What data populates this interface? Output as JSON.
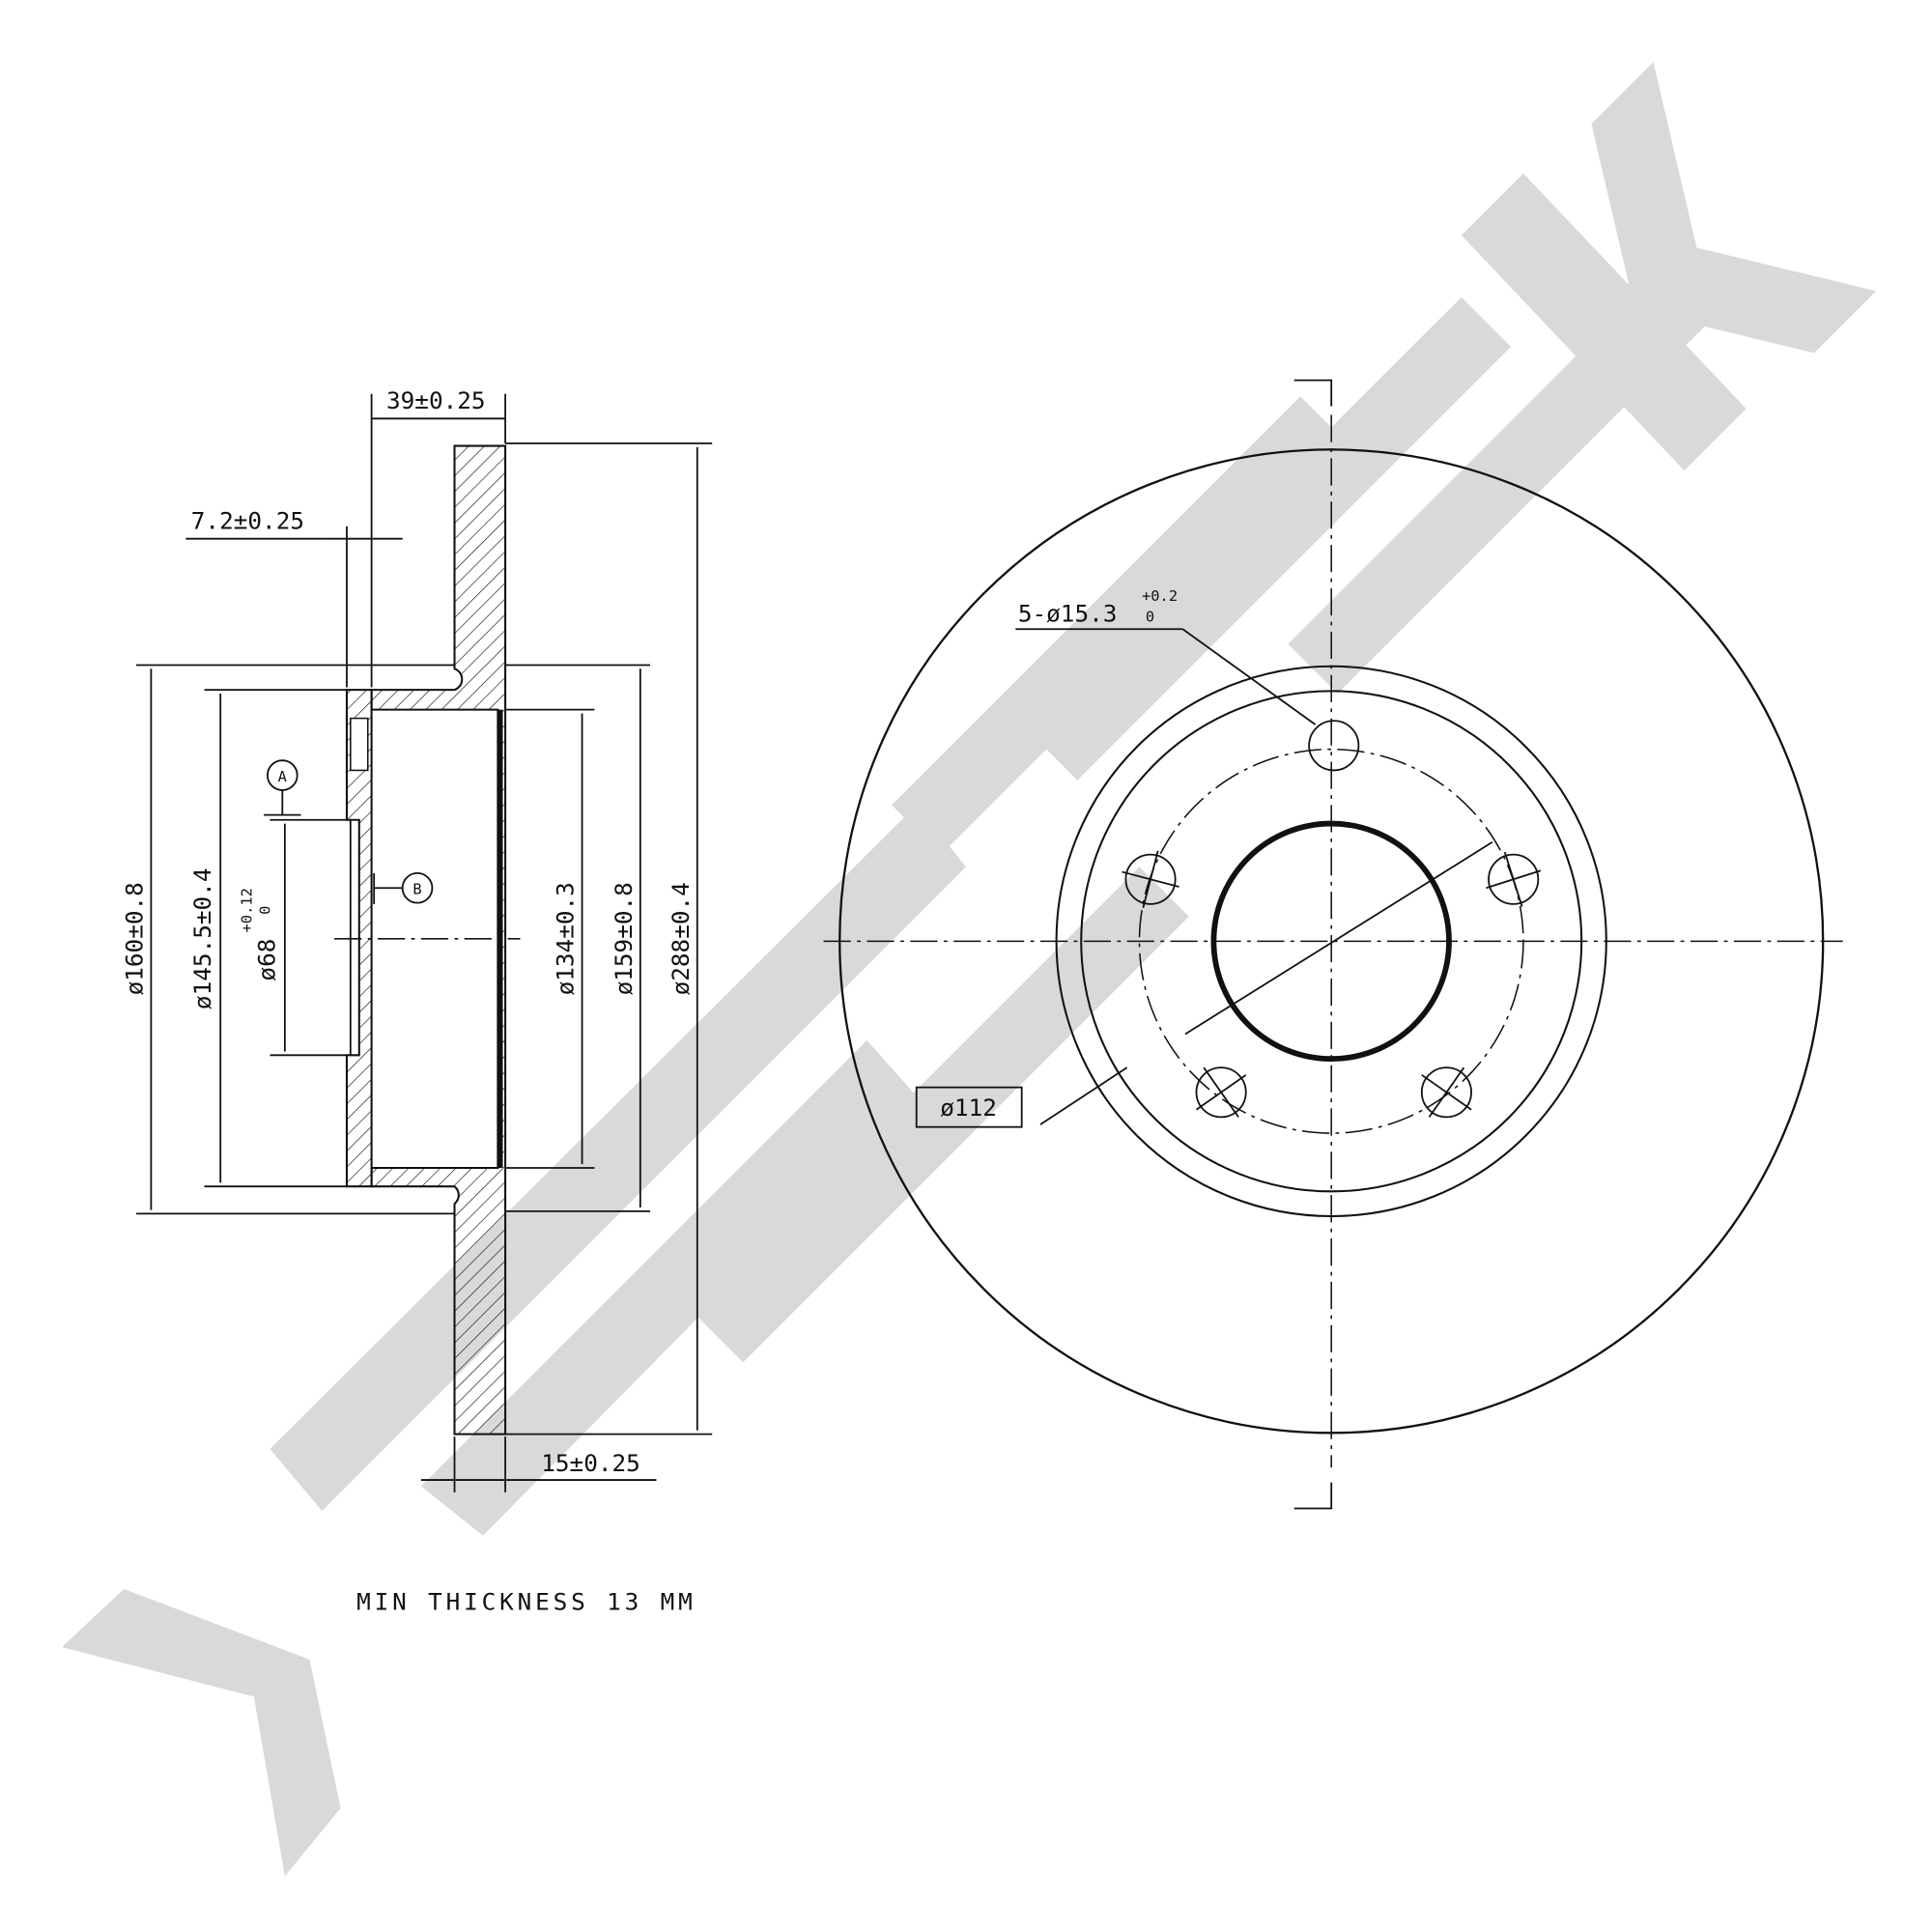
{
  "drawing": {
    "title_note": "MIN THICKNESS 13 MM",
    "side_view": {
      "hat_depth": "39±0.25",
      "flange_thickness": "7.2±0.25",
      "disc_thickness": "15±0.25",
      "dia_160": "ø160±0.8",
      "dia_145": "ø145.5±0.4",
      "dia_68": "ø68",
      "dia_68_tol_upper": "+0.12",
      "dia_68_tol_lower": "0",
      "dia_134": "ø134±0.3",
      "dia_159": "ø159±0.8",
      "dia_288": "ø288±0.4",
      "datum_a": "A",
      "datum_b": "B"
    },
    "front_view": {
      "bolt_holes": "5-ø15.3",
      "bolt_tol_upper": "+0.2",
      "bolt_tol_lower": "0",
      "pcd": "ø112"
    }
  },
  "colors": {
    "line": "#111111",
    "watermark": "#d9d9d9"
  }
}
